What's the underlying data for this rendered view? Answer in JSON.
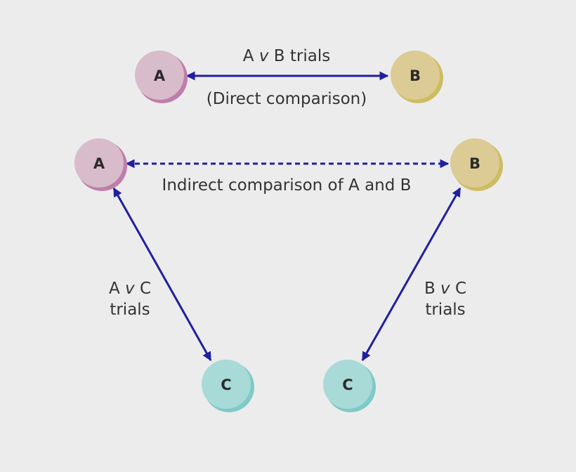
{
  "nodes": {
    "top_a": {
      "label": "A",
      "fill": "#d8bccc",
      "rim": "#bf7eaa"
    },
    "top_b": {
      "label": "B",
      "fill": "#dccb94",
      "rim": "#cdbd62"
    },
    "mid_a": {
      "label": "A",
      "fill": "#d8bccc",
      "rim": "#bf7eaa"
    },
    "mid_b": {
      "label": "B",
      "fill": "#dccb94",
      "rim": "#cdbd62"
    },
    "bot_c_left": {
      "label": "C",
      "fill": "#a8dad8",
      "rim": "#7fcac6"
    },
    "bot_c_right": {
      "label": "C",
      "fill": "#a8dad8",
      "rim": "#7fcac6"
    }
  },
  "edges": {
    "direct": {
      "label": "A v B trials",
      "label_prefix": "A ",
      "label_italic": "v",
      "label_suffix": " B trials",
      "sublabel": "(Direct comparison)"
    },
    "indirect": {
      "label": "Indirect comparison of A and B"
    },
    "a_vs_c": {
      "line1_prefix": "A ",
      "line1_italic": "v",
      "line1_suffix": " C",
      "line2": "trials"
    },
    "b_vs_c": {
      "line1_prefix": "B ",
      "line1_italic": "v",
      "line1_suffix": " C",
      "line2": "trials"
    }
  },
  "colors": {
    "arrow": "#1f1fa0",
    "background": "#ececec"
  }
}
